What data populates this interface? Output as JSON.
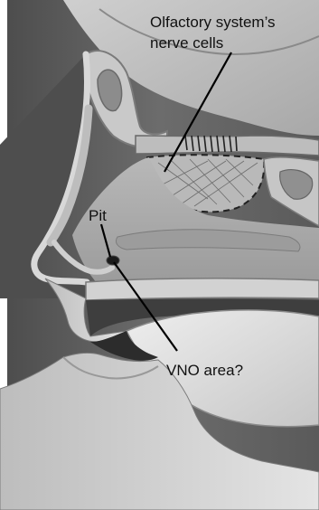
{
  "labels": {
    "olfactory_line1": "Olfactory system’s",
    "olfactory_line2": "nerve cells",
    "pit": "Pit",
    "vno": "VNO area?"
  },
  "colors": {
    "background": "#ffffff",
    "tissue_dark": "#5f5f5f",
    "tissue_mid": "#8d8d8d",
    "tissue_light": "#d6d6d6",
    "cavity": "#aeaeae",
    "mouth": "#3e3e3e",
    "ink": "#111111"
  }
}
